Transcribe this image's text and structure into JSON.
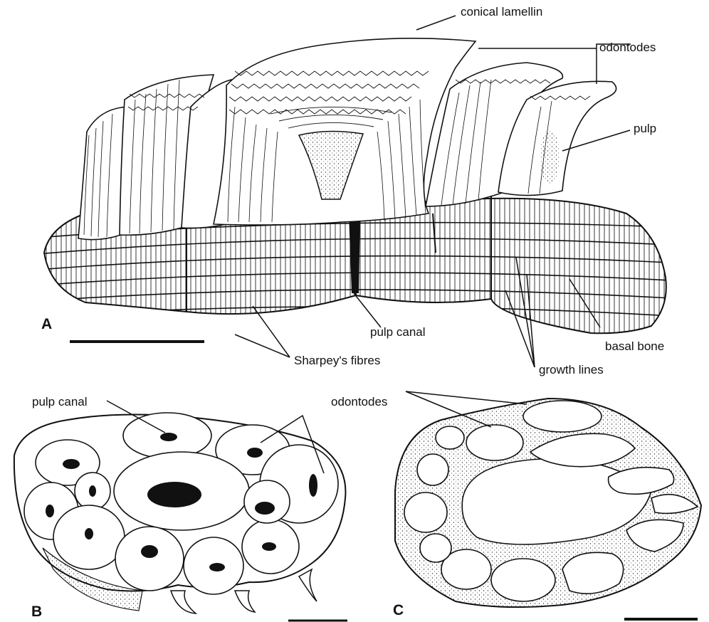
{
  "figure": {
    "panel_a": {
      "letter": "A",
      "labels": {
        "conical_lamellin": "conical lamellin",
        "odontodes": "odontodes",
        "pulp": "pulp",
        "pulp_canal": "pulp canal",
        "basal_bone": "basal bone",
        "sharpeys_fibres": "Sharpey's fibres",
        "growth_lines": "growth lines"
      }
    },
    "panel_b": {
      "letter": "B",
      "labels": {
        "pulp_canal": "pulp canal"
      }
    },
    "panel_c": {
      "letter": "C",
      "labels": {
        "odontodes": "odontodes"
      }
    }
  }
}
